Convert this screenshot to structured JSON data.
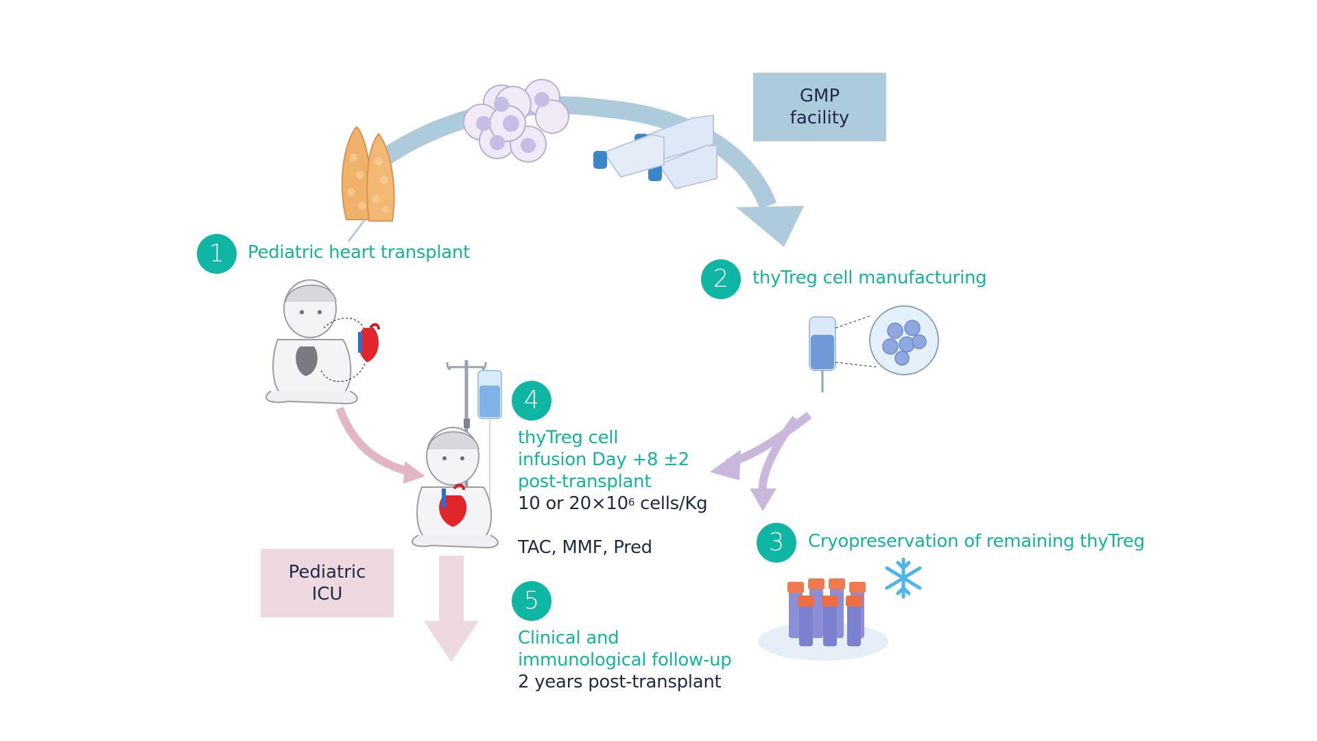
{
  "diagram": {
    "steps": [
      {
        "number": "1",
        "title": "Pediatric heart transplant"
      },
      {
        "number": "2",
        "title": "thyTreg cell manufacturing"
      },
      {
        "number": "3",
        "title": "Cryopreservation of remaining thyTreg"
      },
      {
        "number": "4",
        "title_lines": [
          "thyTreg cell",
          "infusion Day +8 ±2",
          "post-transplant"
        ],
        "dose_prefix": "10 or 20×10",
        "dose_exponent": "6",
        "dose_suffix": " cells/Kg",
        "drugs": "TAC, MMF, Pred"
      },
      {
        "number": "5",
        "title_lines": [
          "Clinical and",
          "immunological follow-up"
        ],
        "detail": "2 years post-transplant"
      }
    ],
    "boxes": {
      "gmp": [
        "GMP",
        "facility"
      ],
      "icu": [
        "Pediatric",
        "ICU"
      ]
    },
    "icons": [
      "thymus-icon",
      "cell-cluster-icon",
      "culture-flasks-icon",
      "infant-heart-icon",
      "iv-bag-icon",
      "magnified-cells-icon",
      "iv-pole-icon",
      "cryovials-icon",
      "snowflake-icon"
    ],
    "colors": {
      "teal": "#12b3a0",
      "dark_text": "#1e2a45",
      "blue_arrow": "#aecbdc",
      "pink_arrow": "#e3b6c6",
      "purple_arrow": "#c9b8dc",
      "icu_box": "#efd9e0",
      "gmp_box": "#aecbdc"
    }
  }
}
